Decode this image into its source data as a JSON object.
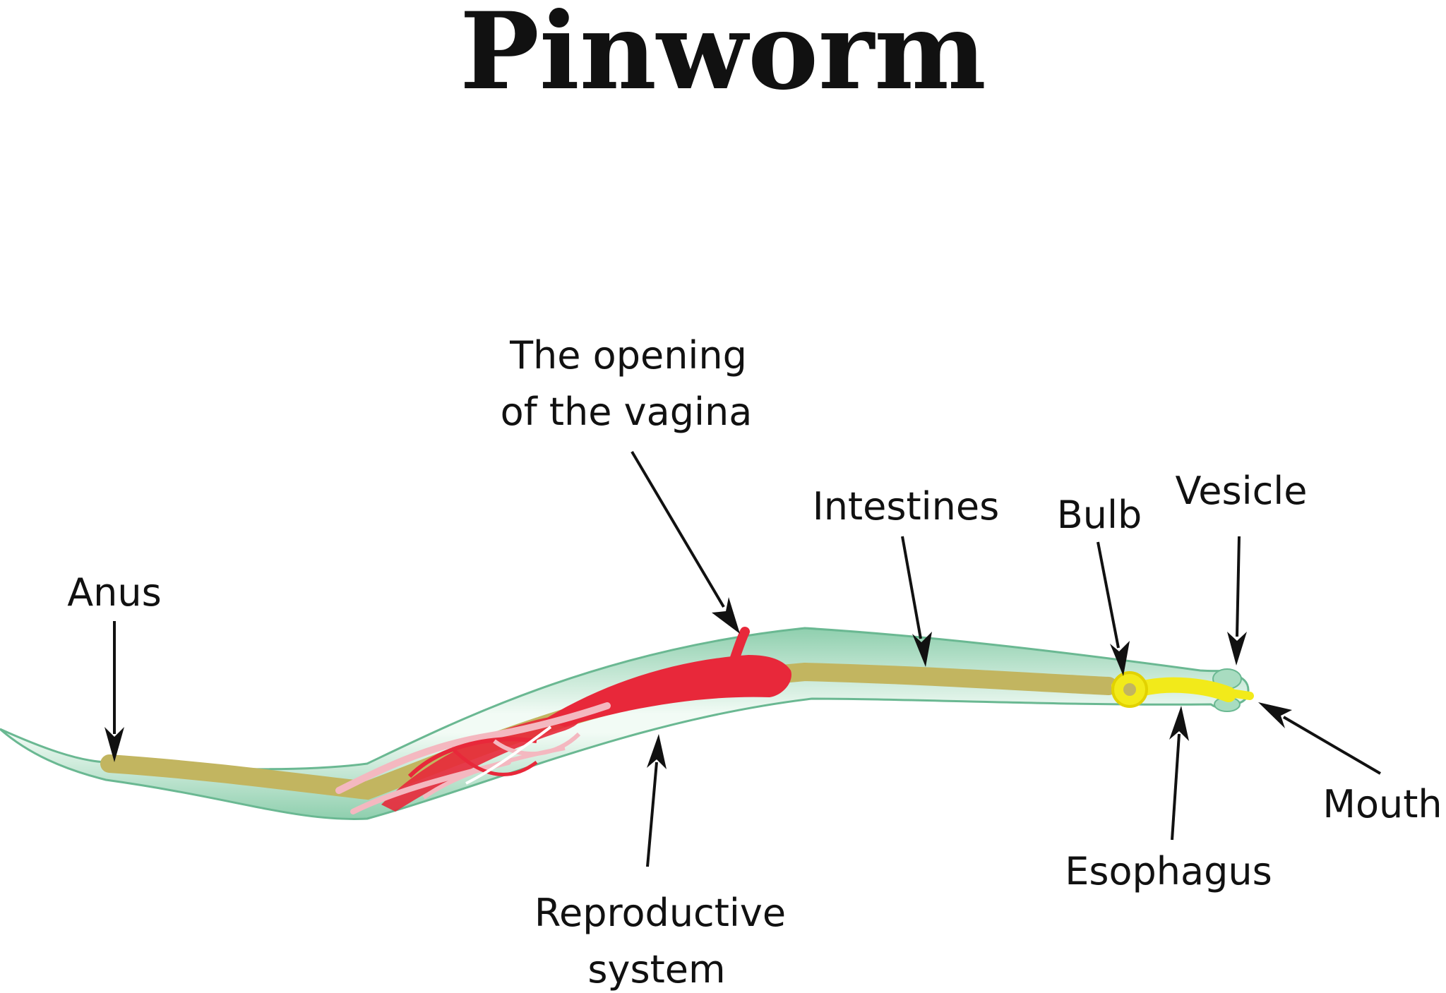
{
  "title": "Pinworm",
  "labels": {
    "anus": "Anus",
    "vagina_opening_line1": "The opening",
    "vagina_opening_line2": "of the vagina",
    "intestines": "Intestines",
    "bulb": "Bulb",
    "vesicle": "Vesicle",
    "mouth": "Mouth",
    "esophagus": "Esophagus",
    "reproductive_line1": "Reproductive",
    "reproductive_line2": "system"
  },
  "colors": {
    "body_fill": "#a8dcc0",
    "body_edge": "#6ab892",
    "intestine": "#c2b560",
    "reproductive": "#e8283a",
    "reproductive_light": "#f4b8c0",
    "esophagus": "#f2ea1a",
    "text": "#111111"
  }
}
